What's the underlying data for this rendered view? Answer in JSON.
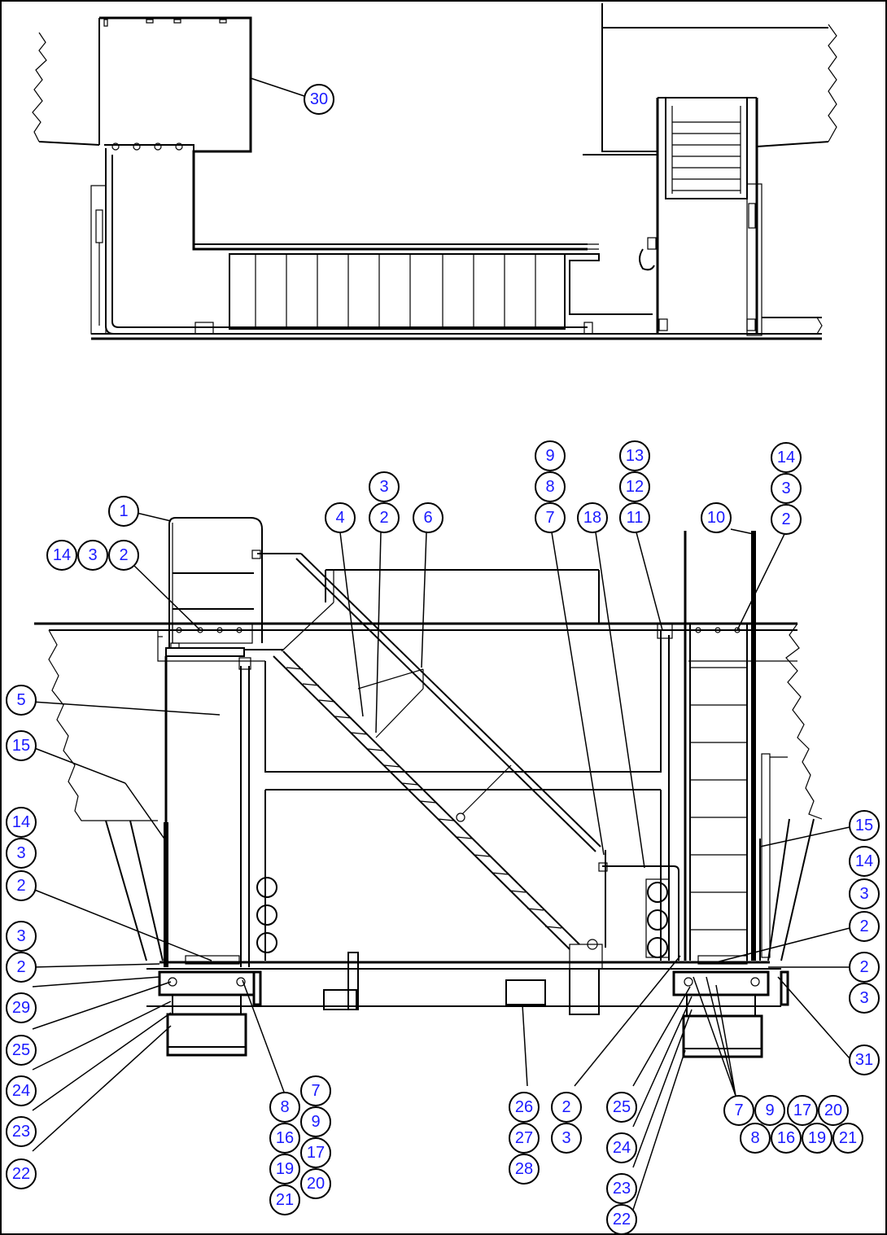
{
  "diagram": {
    "border_color": "#000000",
    "callout_text_color": "#1a1aff",
    "callouts": [
      {
        "id": "c30",
        "label": "30"
      },
      {
        "id": "c1",
        "label": "1"
      },
      {
        "id": "c14a",
        "label": "14"
      },
      {
        "id": "c3a",
        "label": "3"
      },
      {
        "id": "c2a",
        "label": "2"
      },
      {
        "id": "c4",
        "label": "4"
      },
      {
        "id": "c3b",
        "label": "3"
      },
      {
        "id": "c2b",
        "label": "2"
      },
      {
        "id": "c6",
        "label": "6"
      },
      {
        "id": "c9a",
        "label": "9"
      },
      {
        "id": "c8a",
        "label": "8"
      },
      {
        "id": "c7a",
        "label": "7"
      },
      {
        "id": "c18",
        "label": "18"
      },
      {
        "id": "c13",
        "label": "13"
      },
      {
        "id": "c12",
        "label": "12"
      },
      {
        "id": "c11",
        "label": "11"
      },
      {
        "id": "c10",
        "label": "10"
      },
      {
        "id": "c14b",
        "label": "14"
      },
      {
        "id": "c3c",
        "label": "3"
      },
      {
        "id": "c2c",
        "label": "2"
      },
      {
        "id": "c5",
        "label": "5"
      },
      {
        "id": "c15a",
        "label": "15"
      },
      {
        "id": "c14c",
        "label": "14"
      },
      {
        "id": "c3d",
        "label": "3"
      },
      {
        "id": "c2d",
        "label": "2"
      },
      {
        "id": "c3e",
        "label": "3"
      },
      {
        "id": "c2e",
        "label": "2"
      },
      {
        "id": "c29",
        "label": "29"
      },
      {
        "id": "c25a",
        "label": "25"
      },
      {
        "id": "c24a",
        "label": "24"
      },
      {
        "id": "c23a",
        "label": "23"
      },
      {
        "id": "c22a",
        "label": "22"
      },
      {
        "id": "c8b",
        "label": "8"
      },
      {
        "id": "c7b",
        "label": "7"
      },
      {
        "id": "c16a",
        "label": "16"
      },
      {
        "id": "c9b",
        "label": "9"
      },
      {
        "id": "c19a",
        "label": "19"
      },
      {
        "id": "c17a",
        "label": "17"
      },
      {
        "id": "c21a",
        "label": "21"
      },
      {
        "id": "c20a",
        "label": "20"
      },
      {
        "id": "c26",
        "label": "26"
      },
      {
        "id": "c27",
        "label": "27"
      },
      {
        "id": "c28",
        "label": "28"
      },
      {
        "id": "c2f",
        "label": "2"
      },
      {
        "id": "c3f",
        "label": "3"
      },
      {
        "id": "c25b",
        "label": "25"
      },
      {
        "id": "c24b",
        "label": "24"
      },
      {
        "id": "c23b",
        "label": "23"
      },
      {
        "id": "c22b",
        "label": "22"
      },
      {
        "id": "c15b",
        "label": "15"
      },
      {
        "id": "c14d",
        "label": "14"
      },
      {
        "id": "c3g",
        "label": "3"
      },
      {
        "id": "c2g",
        "label": "2"
      },
      {
        "id": "c2h",
        "label": "2"
      },
      {
        "id": "c3h",
        "label": "3"
      },
      {
        "id": "c31",
        "label": "31"
      },
      {
        "id": "c7c",
        "label": "7"
      },
      {
        "id": "c9c",
        "label": "9"
      },
      {
        "id": "c17b",
        "label": "17"
      },
      {
        "id": "c20b",
        "label": "20"
      },
      {
        "id": "c8c",
        "label": "8"
      },
      {
        "id": "c16b",
        "label": "16"
      },
      {
        "id": "c19b",
        "label": "19"
      },
      {
        "id": "c21b",
        "label": "21"
      }
    ]
  }
}
